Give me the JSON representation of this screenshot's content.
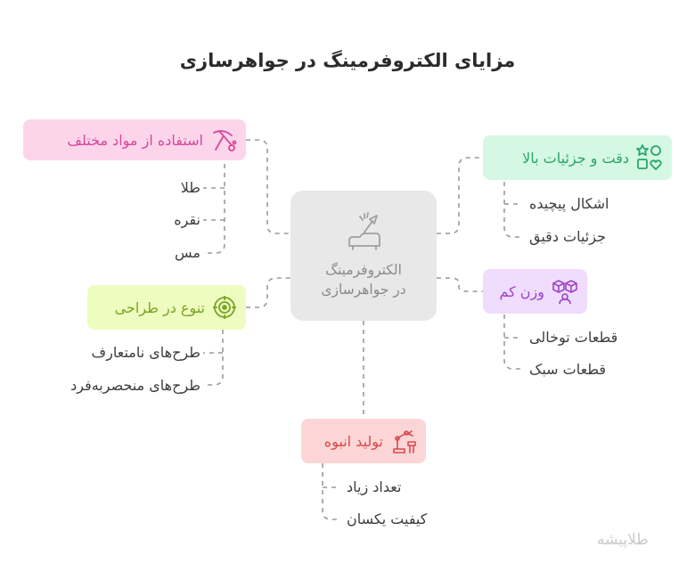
{
  "title": "مزایای الکتروفرمینگ در جواهرسازی",
  "center": {
    "line1": "الکتروفرمینگ",
    "line2": "در جواهرسازی",
    "icon": "electroforming-icon"
  },
  "branches": {
    "materials": {
      "label": "استفاده از مواد مختلف",
      "icon": "pickaxe-icon",
      "color": "#d6479a",
      "bg": "#fdd5eb",
      "items": [
        "طلا",
        "نقره",
        "مس"
      ]
    },
    "design": {
      "label": "تنوع در طراحی",
      "icon": "target-icon",
      "color": "#7ba323",
      "bg": "#eefcc0",
      "items": [
        "طرح‌های نامتعارف",
        "طرح‌های منحصربه‌فرد"
      ]
    },
    "precision": {
      "label": "دقت و جزئیات بالا",
      "icon": "shapes-icon",
      "color": "#2aa56a",
      "bg": "#d4f8e3",
      "items": [
        "اشکال پیچیده",
        "جزئیات دقیق"
      ]
    },
    "weight": {
      "label": "وزن کم",
      "icon": "cubes-icon",
      "color": "#9b44c8",
      "bg": "#f0dcfc",
      "items": [
        "قطعات توخالی",
        "قطعات سبک"
      ]
    },
    "production": {
      "label": "تولید انبوه",
      "icon": "robot-arm-icon",
      "color": "#d9484d",
      "bg": "#fcd6d6",
      "items": [
        "تعداد زیاد",
        "کیفیت یکسان"
      ]
    }
  },
  "watermark": "طلاپیشه"
}
